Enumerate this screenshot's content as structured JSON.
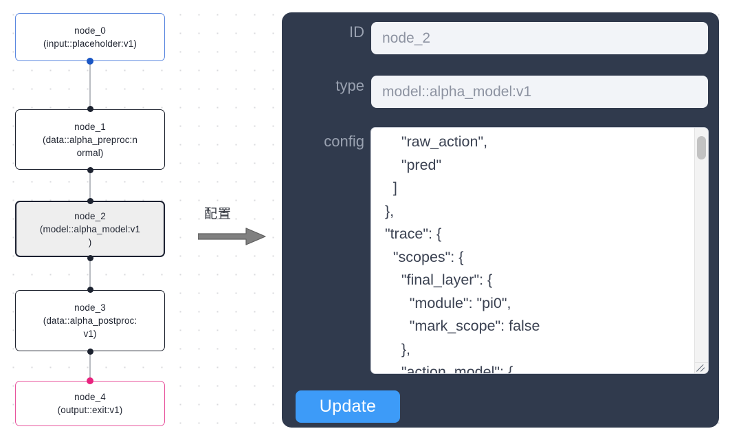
{
  "canvas": {
    "grid": "dot-grid",
    "grid_color": "#d9dadd"
  },
  "graph": {
    "nodes": [
      {
        "id": "node_0",
        "label": "node_0\n(input::placeholder:v1)",
        "title": "node_0",
        "subtitle": "(input::placeholder:v1)",
        "state": "normal",
        "border_color": "#5b88e0",
        "handle_color": "#1a56c4"
      },
      {
        "id": "node_1",
        "label": "node_1\n(data::alpha_preproc:n\normal)",
        "title": "node_1",
        "subtitle": "(data::alpha_preproc:normal)",
        "state": "normal",
        "border_color": "#1f2430",
        "handle_color": "#1d2330"
      },
      {
        "id": "node_2",
        "label": "node_2\n(model::alpha_model:v1\n)",
        "title": "node_2",
        "subtitle": "(model::alpha_model:v1)",
        "state": "selected",
        "border_color": "#1b2030",
        "handle_color": "#1d2330"
      },
      {
        "id": "node_3",
        "label": "node_3\n(data::alpha_postproc:\nv1)",
        "title": "node_3",
        "subtitle": "(data::alpha_postproc:v1)",
        "state": "normal",
        "border_color": "#1f2430",
        "handle_color": "#1d2330"
      },
      {
        "id": "node_4",
        "label": "node_4\n(output::exit:v1)",
        "title": "node_4",
        "subtitle": "(output::exit:v1)",
        "state": "normal",
        "border_color": "#e8559d",
        "handle_color": "#e8237e"
      }
    ],
    "edges": [
      {
        "from": "node_0",
        "to": "node_1"
      },
      {
        "from": "node_1",
        "to": "node_2"
      },
      {
        "from": "node_2",
        "to": "node_3"
      },
      {
        "from": "node_3",
        "to": "node_4"
      }
    ],
    "edge_color": "#b9bcc2"
  },
  "annotation": {
    "caption": "配置",
    "arrow": "right-arrow-icon",
    "arrow_color": "#808080"
  },
  "panel": {
    "background": "#303a4d",
    "fields": [
      {
        "key": "id",
        "label": "ID",
        "value": "node_2"
      },
      {
        "key": "type",
        "label": "type",
        "value": "model::alpha_model:v1"
      },
      {
        "key": "config",
        "label": "config",
        "value": ""
      }
    ],
    "id_label": "ID",
    "id_value": "node_2",
    "type_label": "type",
    "type_value": "model::alpha_model:v1",
    "config_label": "config",
    "config_value": "      \"raw_action\",\n      \"pred\"\n    ]\n  },\n  \"trace\": {\n    \"scopes\": {\n      \"final_layer\": {\n        \"module\": \"pi0\",\n        \"mark_scope\": false\n      },\n      \"action_model\": {",
    "scrollbar": {
      "position": "near-top"
    },
    "update_button": {
      "label": "Update",
      "color": "#3d9bf8",
      "text_color": "#ffffff"
    }
  }
}
